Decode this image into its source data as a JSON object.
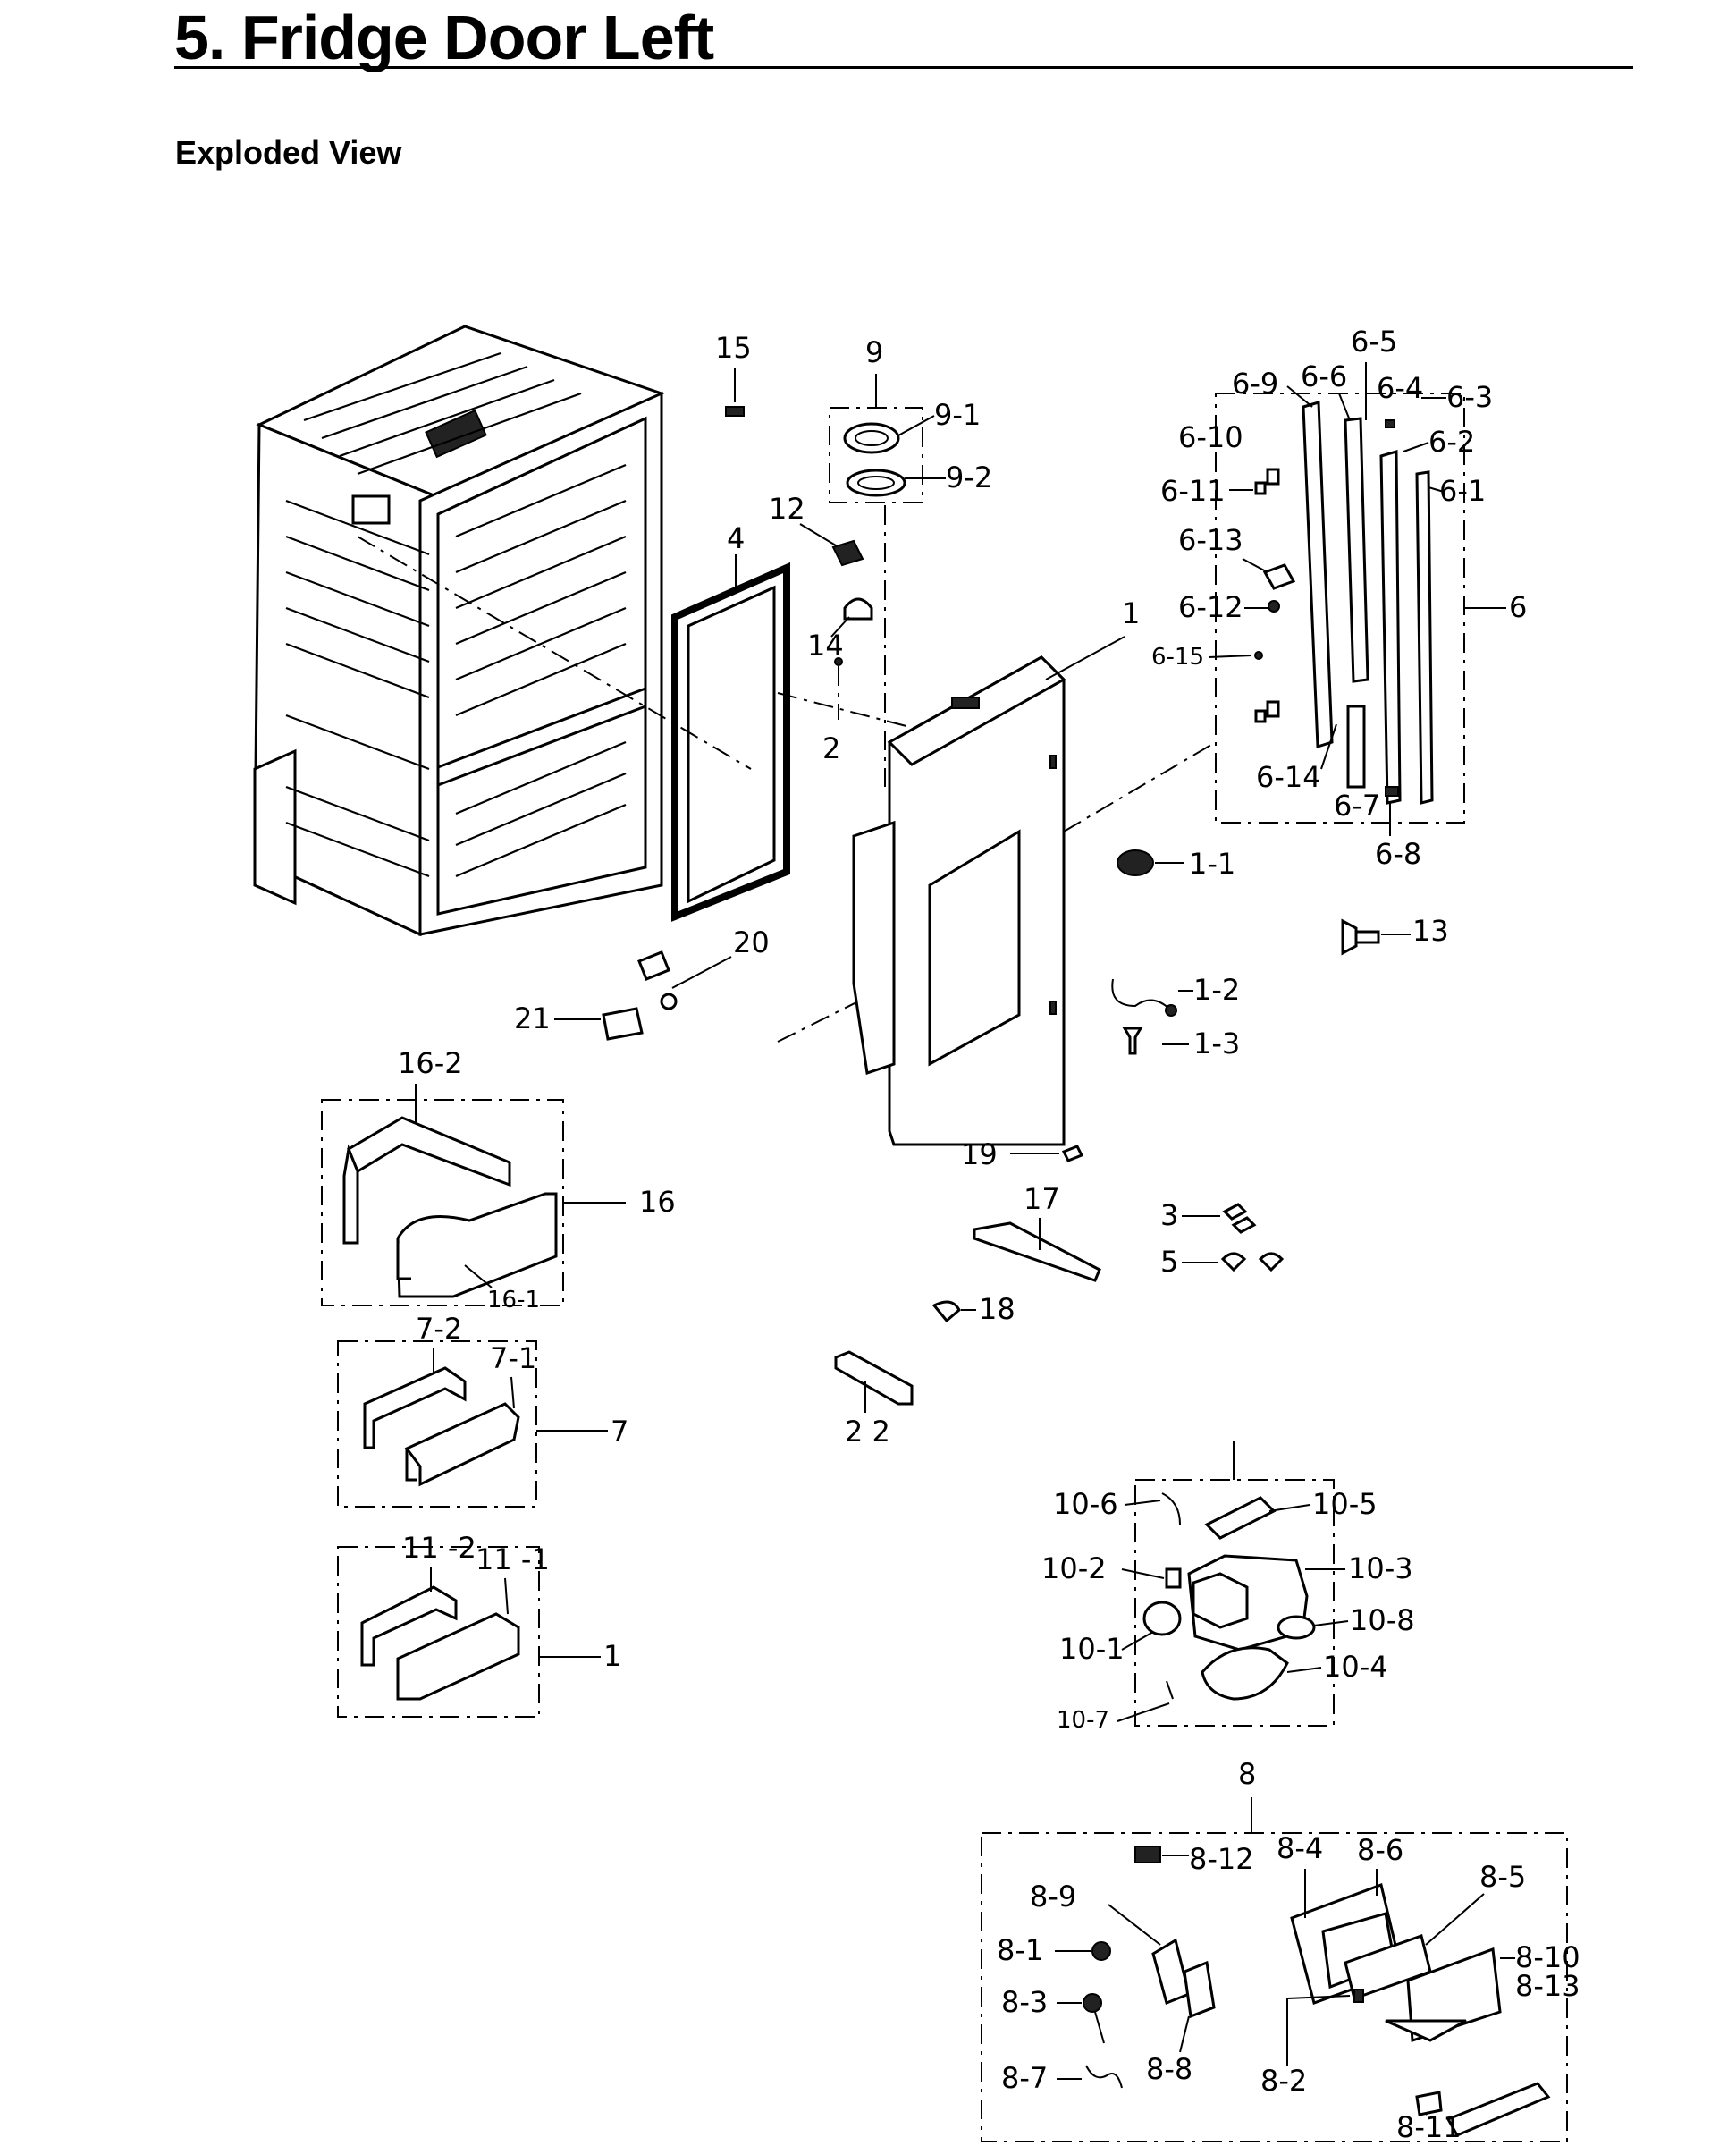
{
  "header": {
    "title": "5.  Fridge Door Left",
    "subtitle": "Exploded View"
  },
  "parts": {
    "p1": "1",
    "p1_1": "1-1",
    "p1_2": "1-2",
    "p1_3": "1-3",
    "p2": "2",
    "p3": "3",
    "p4": "4",
    "p5": "5",
    "p6": "6",
    "p6_1": "6-1",
    "p6_2": "6-2",
    "p6_3": "6-3",
    "p6_4": "6-4",
    "p6_5": "6-5",
    "p6_6": "6-6",
    "p6_7": "6-7",
    "p6_8": "6-8",
    "p6_9": "6-9",
    "p6_10": "6-10",
    "p6_11": "6-11",
    "p6_12": "6-12",
    "p6_13": "6-13",
    "p6_14": "6-14",
    "p6_15": "6-15",
    "p7": "7",
    "p7_1": "7-1",
    "p7_2": "7-2",
    "p8": "8",
    "p8_1": "8-1",
    "p8_2": "8-2",
    "p8_3": "8-3",
    "p8_4": "8-4",
    "p8_5": "8-5",
    "p8_6": "8-6",
    "p8_7": "8-7",
    "p8_8": "8-8",
    "p8_9": "8-9",
    "p8_10": "8-10",
    "p8_11": "8-11",
    "p8_12": "8-12",
    "p8_13": "8-13",
    "p9": "9",
    "p9_1": "9-1",
    "p9_2": "9-2",
    "p10_1": "10-1",
    "p10_2": "10-2",
    "p10_3": "10-3",
    "p10_4": "10-4",
    "p10_5": "10-5",
    "p10_6": "10-6",
    "p10_7": "10-7",
    "p10_8": "10-8",
    "p11": "1",
    "p11_1": "11 -1",
    "p11_2": "11 -2",
    "p12": "12",
    "p13": "13",
    "p14": "14",
    "p15": "15",
    "p16": "16",
    "p16_1": "16-1",
    "p16_2": "16-2",
    "p17": "17",
    "p18": "18",
    "p19": "19",
    "p20": "20",
    "p21": "21",
    "p22": "2 2"
  }
}
